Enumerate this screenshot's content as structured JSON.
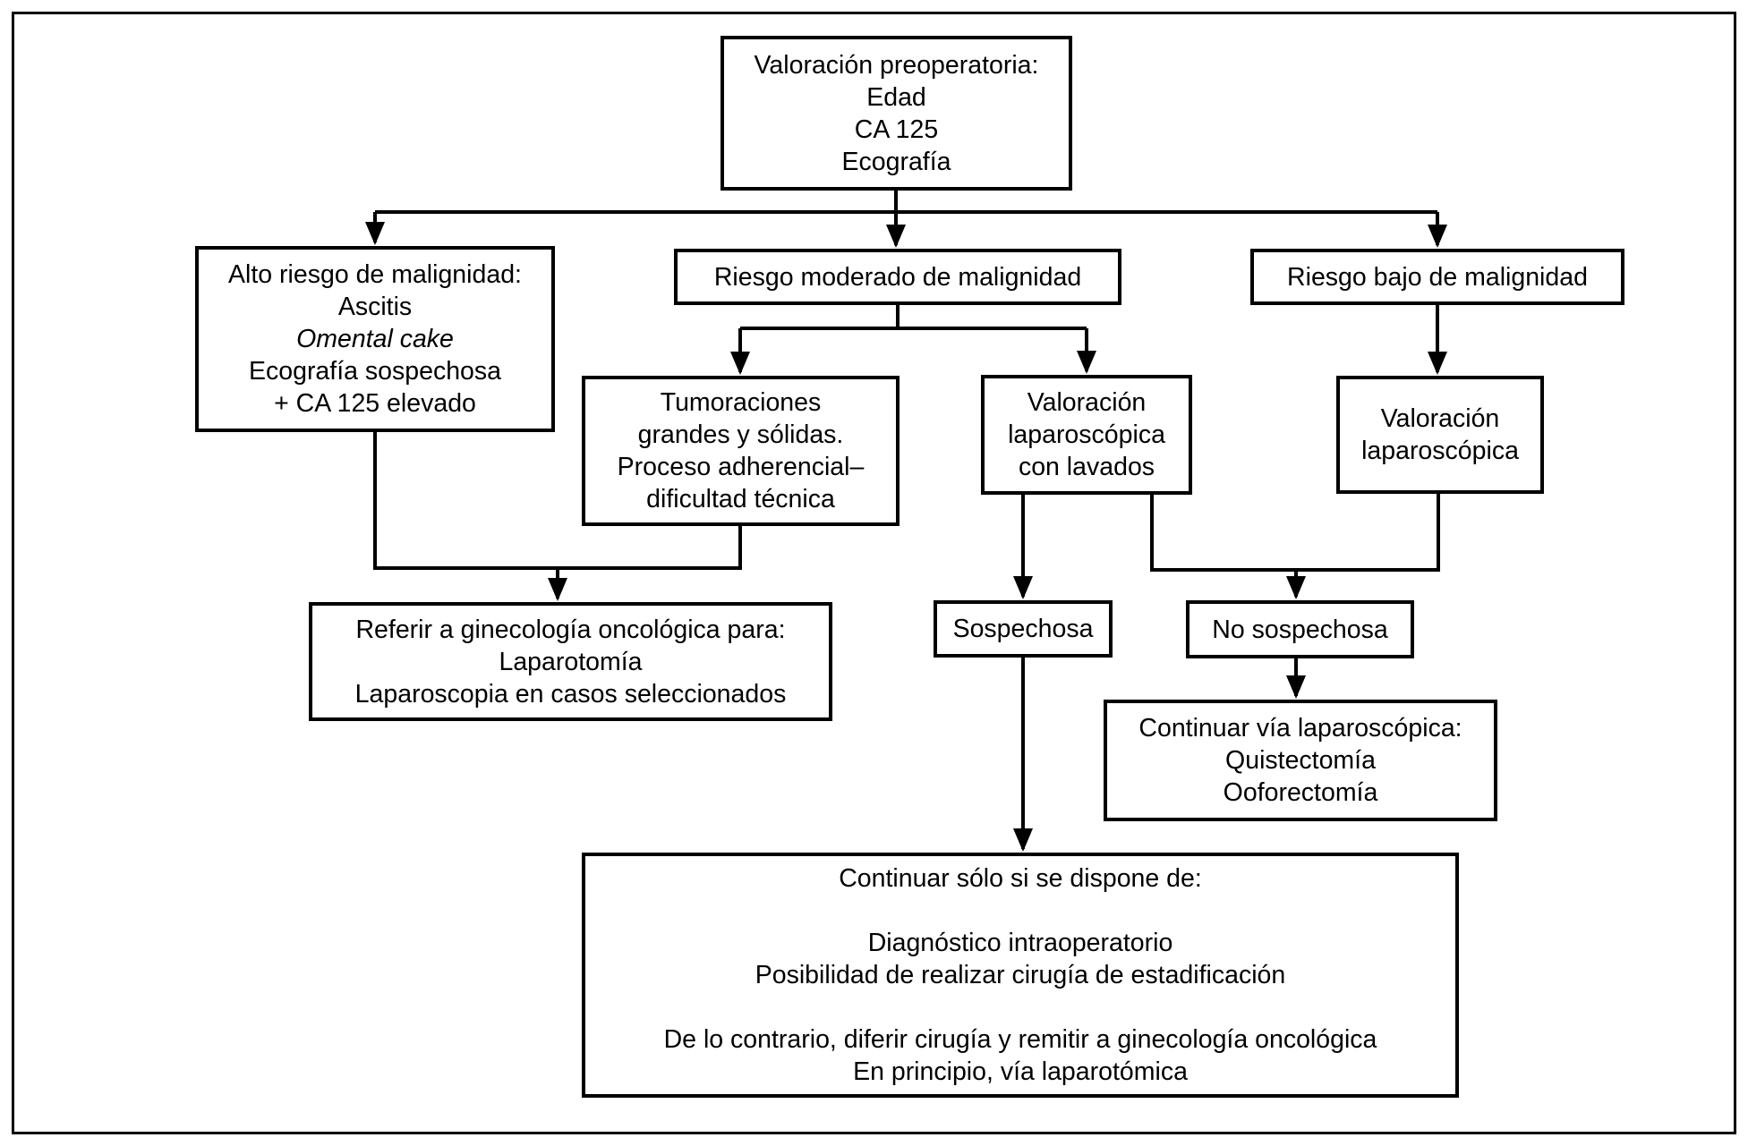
{
  "figure": {
    "type": "flowchart",
    "language": "es",
    "background": "#ffffff",
    "line_color": "#000000",
    "nodes": {
      "preop": {
        "lines": [
          "Valoración preoperatoria:",
          "Edad",
          "CA 125",
          "Ecografía"
        ]
      },
      "alto_riesgo": {
        "lines": [
          "Alto riesgo de malignidad:",
          "Ascitis",
          "Omental cake",
          "Ecografía sospechosa",
          "+ CA 125 elevado"
        ]
      },
      "riesgo_moderado": {
        "lines": [
          "Riesgo moderado de malignidad"
        ]
      },
      "riesgo_bajo": {
        "lines": [
          "Riesgo bajo de malignidad"
        ]
      },
      "tumoraciones": {
        "lines": [
          "Tumoraciones",
          "grandes y sólidas.",
          "Proceso adherencial–",
          "dificultad técnica"
        ]
      },
      "valoracion_lavados": {
        "lines": [
          "Valoración",
          "laparoscópica",
          "con lavados"
        ]
      },
      "valoracion_laparoscopica": {
        "lines": [
          "Valoración",
          "laparoscópica"
        ]
      },
      "referir": {
        "lines": [
          "Referir a ginecología oncológica para:",
          "Laparotomía",
          "Laparoscopia en casos seleccionados"
        ]
      },
      "sospechosa": {
        "lines": [
          "Sospechosa"
        ]
      },
      "no_sospechosa": {
        "lines": [
          "No sospechosa"
        ]
      },
      "continuar_laparoscopica": {
        "lines": [
          "Continuar vía laparoscópica:",
          "Quistectomía",
          "Ooforectomía"
        ]
      },
      "continuar_solo": {
        "lines": [
          "Continuar sólo si se dispone de:",
          "",
          "Diagnóstico intraoperatorio",
          "Posibilidad de realizar cirugía de estadificación",
          "",
          "De lo contrario, diferir cirugía y remitir a ginecología oncológica",
          "En principio, vía laparotómica"
        ]
      }
    },
    "edges": [
      {
        "from": "preop",
        "to": "alto_riesgo"
      },
      {
        "from": "preop",
        "to": "riesgo_moderado"
      },
      {
        "from": "preop",
        "to": "riesgo_bajo"
      },
      {
        "from": "riesgo_moderado",
        "to": "tumoraciones"
      },
      {
        "from": "riesgo_moderado",
        "to": "valoracion_lavados"
      },
      {
        "from": "riesgo_bajo",
        "to": "valoracion_laparoscopica"
      },
      {
        "from": "alto_riesgo",
        "to": "referir"
      },
      {
        "from": "tumoraciones",
        "to": "referir"
      },
      {
        "from": "valoracion_lavados",
        "to": "sospechosa"
      },
      {
        "from": "valoracion_lavados",
        "to": "no_sospechosa"
      },
      {
        "from": "valoracion_laparoscopica",
        "to": "no_sospechosa"
      },
      {
        "from": "no_sospechosa",
        "to": "continuar_laparoscopica"
      },
      {
        "from": "sospechosa",
        "to": "continuar_solo"
      }
    ]
  }
}
